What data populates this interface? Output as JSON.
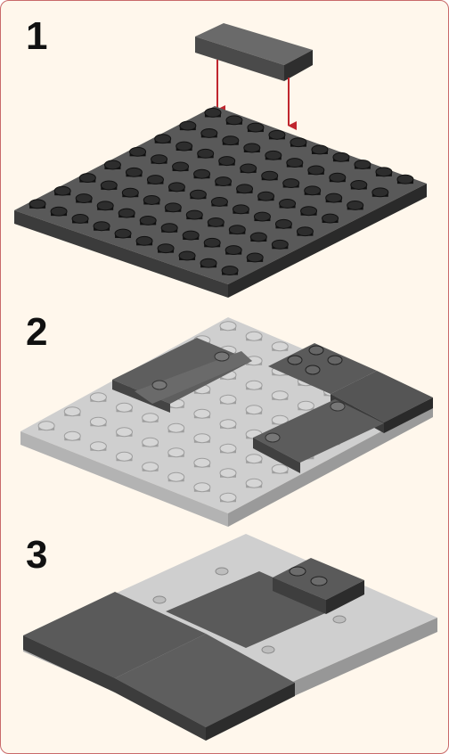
{
  "steps": [
    {
      "label": "1"
    },
    {
      "label": "2"
    },
    {
      "label": "3"
    }
  ],
  "colors": {
    "frame_border": "#c96a6a",
    "background": "#fff7ec",
    "dark_plate": "#5c5c5c",
    "dark_plate_side": "#3a3a3a",
    "light_plate": "#c8c8c8",
    "light_plate_side": "#a8a8a8",
    "arrow": "#c0262e"
  }
}
